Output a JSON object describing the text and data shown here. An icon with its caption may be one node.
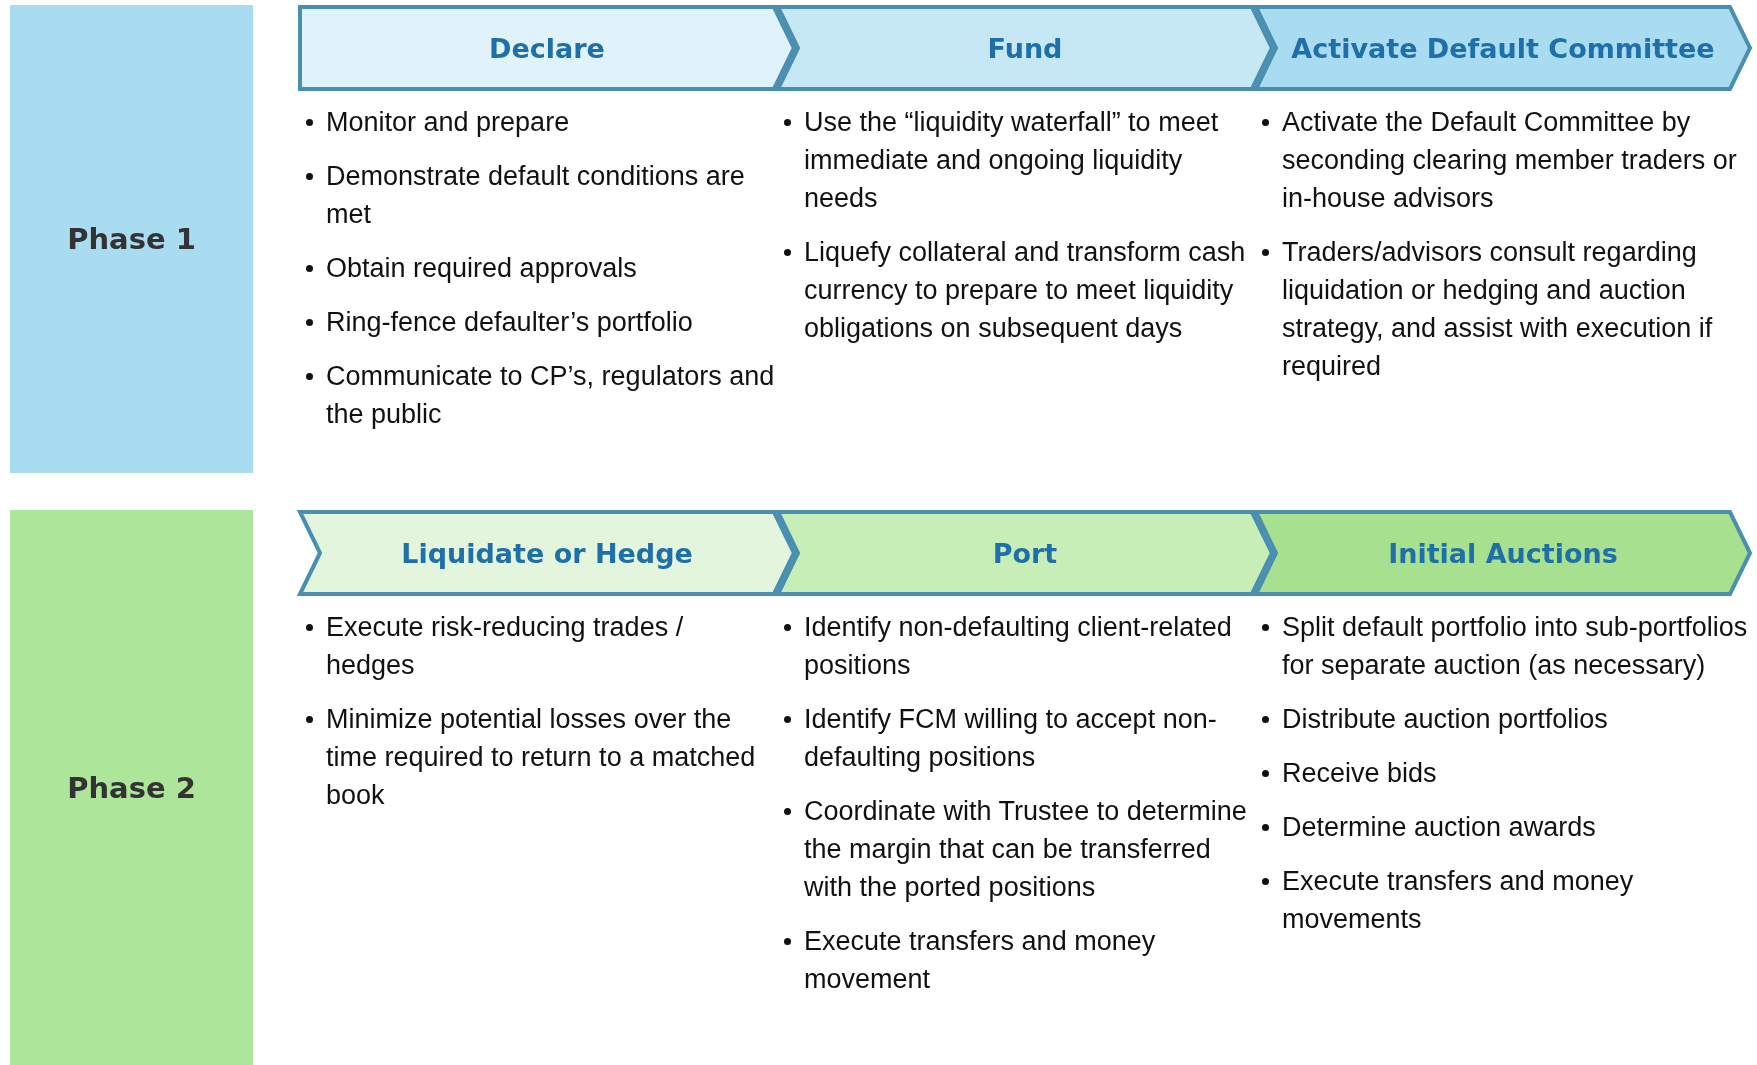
{
  "diagram": {
    "nodes": [
      {
        "text": [
          "Phase 1"
        ]
      },
      {
        "text": [
          "Declare"
        ],
        "beside": [
          "Monitor and prepare",
          "Demonstrate default conditions are met",
          "Obtain required approvals",
          "Ring-fence defaulter’s portfolio",
          "Communicate to CP’s, regulators and the public"
        ]
      },
      {
        "text": [
          "Fund"
        ],
        "beside": [
          "Use the “liquidity waterfall” to meet immediate and ongoing liquidity needs",
          "Liquefy collateral and transform cash currency to prepare to meet liquidity obligations on subsequent days"
        ]
      },
      {
        "text": [
          "Activate Default Committee"
        ],
        "beside": [
          "Activate the Default Committee by seconding clearing member traders or in-house advisors",
          "Traders/advisors consult regarding liquidation or hedging and auction strategy, and assist with execution if required"
        ]
      },
      {
        "text": [
          "Phase 2"
        ]
      },
      {
        "text": [
          "Liquidate or Hedge"
        ],
        "beside": [
          "Execute risk-reducing trades / hedges",
          "Minimize potential losses over the time required to return to a matched book"
        ]
      },
      {
        "text": [
          "Port"
        ],
        "beside": [
          "Identify non-defaulting client-related positions",
          "Identify FCM willing to accept non-defaulting positions",
          "Coordinate with Trustee to determine the margin that can be transferred with the ported positions",
          "Execute transfers and money movement"
        ]
      },
      {
        "text": [
          "Initial Auctions"
        ],
        "beside": [
          "Split default portfolio into sub-portfolios for separate auction (as necessary)",
          "Distribute auction portfolios",
          "Receive bids",
          "Determine auction awards",
          "Execute transfers and money movements"
        ]
      }
    ]
  }
}
